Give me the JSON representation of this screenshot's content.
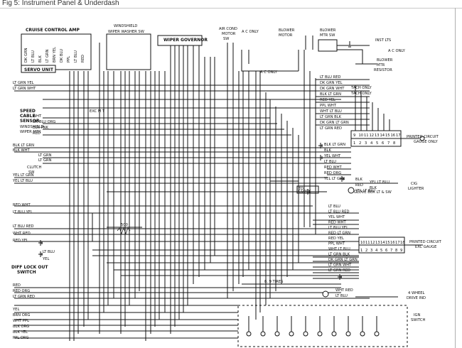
{
  "window": {
    "title": "Fig 5: Instrument Panel & Underdash"
  },
  "components": {
    "cruise_amp": "CRUISE CONTROL AMP",
    "servo_unit": "SERVO UNIT",
    "windshield_wiper_washer_sw": [
      "WINDSHIELD",
      "WIPER WASHER SW"
    ],
    "wiper_governor": "WIPER GOVERNOR",
    "ac_condmotor_sw": [
      "AIR COND",
      "MOTOR",
      "SW"
    ],
    "ac_only_top": "A C ONLY",
    "blower_motor": [
      "BLOWER",
      "MOTOR"
    ],
    "blower_mtr_sw": [
      "BLOWER",
      "MTR SW"
    ],
    "inst_lts": "INST LTS",
    "ac_only_right": "A C ONLY",
    "blower_mtr_resistor": [
      "BLOWER",
      "MTR",
      "RESISTOR"
    ],
    "ac_only_mid": "A C ONLY",
    "speed_cable_sensor": [
      "SPEED",
      "CABLE",
      "SENSOR"
    ],
    "windshield_wiper_mtr": [
      "WINDSHIELD",
      "WIPER MTR"
    ],
    "exc_m_t": "EXC M T",
    "clutch_sw": [
      "CLUTCH",
      "SW"
    ],
    "tach_only_1": "TACH ONLY",
    "tach_only_2": "TACH ONLY",
    "pcb_gauge": [
      "PRINTED CIRCUIT",
      "GAUGE ONLY"
    ],
    "to_clock": [
      "TO",
      "CLOCK"
    ],
    "glove_box": "GLOVE BOX LT & SW",
    "cig_lighter": [
      "CIG",
      "LIGHTER"
    ],
    "resistor_value": "500",
    "pcb_exc_gauge": [
      "PRINTED CIRCUIT",
      "EXC GAUGE"
    ],
    "diff_lock_out_sw": [
      "DIFF LOCK OUT",
      "SWITCH"
    ],
    "tires": "8, 9 TIRES",
    "four_wheel_drive": [
      "4 WHEEL",
      "DRIVE IND"
    ],
    "ign_switch": [
      "IGN",
      "SWITCH"
    ]
  },
  "gauge_pins": [
    "1",
    "2",
    "3",
    "4",
    "5",
    "6",
    "7",
    "8",
    "9",
    "10",
    "11",
    "12",
    "13",
    "14",
    "15",
    "16",
    "17"
  ],
  "exc_gauge_pins": [
    "1",
    "2",
    "3",
    "4",
    "5",
    "6",
    "7",
    "8",
    "9",
    "10",
    "11",
    "12",
    "13",
    "14",
    "15",
    "16",
    "17",
    "18"
  ],
  "wire_labels": {
    "cruise_wires": [
      "DK GRN",
      "LT BLU",
      "BLK",
      "LT GRN",
      "BRN YEL",
      "DK BLU",
      "PPL",
      "LT BLU",
      "RED"
    ],
    "left_top": [
      "LT GRN YEL",
      "LT GRN WHT"
    ],
    "wiper_wires": [
      "WHT",
      "DK BLU ORG",
      "BLK PNK",
      "RED"
    ],
    "clutch_wires": [
      "BLK LT GRN",
      "BLK WHT",
      "LT GRN",
      "LT GRN"
    ],
    "left_mid": [
      "YEL LT GRN",
      "YEL LT BLU"
    ],
    "left_red": [
      "RED WHT",
      "LT BLU YEL"
    ],
    "left_lower": [
      "LT BLU RED",
      "WHT RED",
      "RED YEL"
    ],
    "diff_wires": [
      "LT BLU",
      "YEL"
    ],
    "left_bottom": [
      "RED",
      "RED ORG",
      "LT GRN RED"
    ],
    "ign_left": [
      "YEL",
      "BRN ORG",
      "WHT PPL",
      "BLK ORG",
      "BLK YEL",
      "PPL ORG"
    ],
    "right_top": [
      "LT BLU RED",
      "DK GRN YEL",
      "DK GRN WHT",
      "BLK LT GRN",
      "RED YEL",
      "PPL WHT",
      "WHT LT BLU",
      "LT GRN BLK",
      "DK GRN LT GRN",
      "LT GRN RED"
    ],
    "right_gauge": [
      "BLK LT GRN",
      "BLK",
      "YEL WHT",
      "LT BLU",
      "RED WHT",
      "RED ORG",
      "YEL LT GRN"
    ],
    "right_exc": [
      "LT BLU",
      "LT BLU RED",
      "YEL WHT",
      "RED WHT",
      "LT BLU YEL",
      "RED LT GRN",
      "RED YEL",
      "PPL WHT",
      "WHT LT BLU",
      "LT GRN BLK",
      "DK GRN LT GRN",
      "LT GRN WHT",
      "LT GRN RED"
    ],
    "right_bottom": [
      "WHT RED",
      "LT BLU"
    ],
    "misc": [
      "BLK",
      "YEL LT BLU",
      "RED",
      "BLK",
      "YEL LT BLU"
    ]
  }
}
